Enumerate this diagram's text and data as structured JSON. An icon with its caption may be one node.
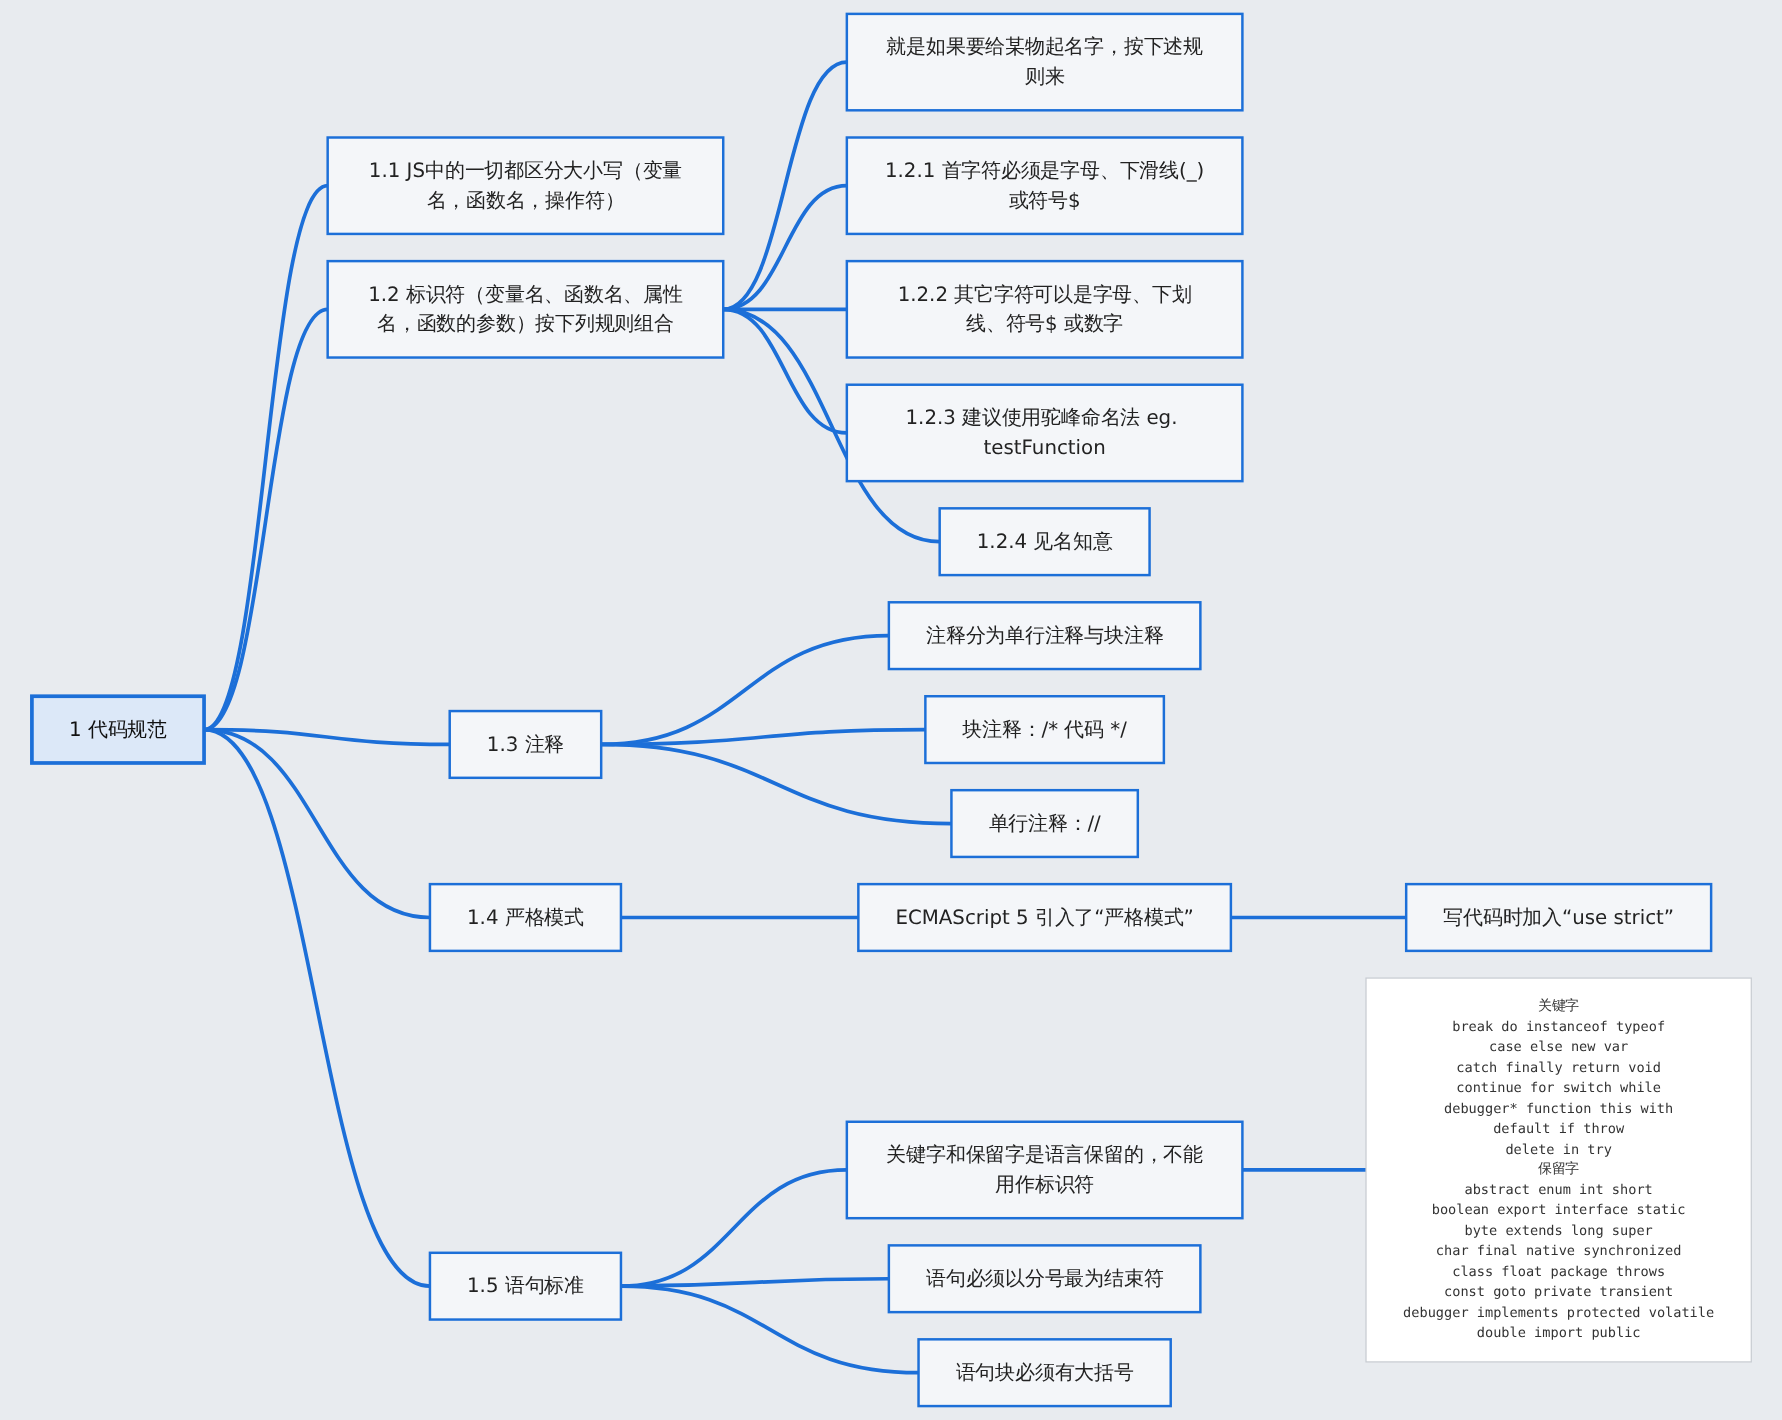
{
  "diagram": {
    "nodes": [
      {
        "text": [
          "1 代码规范"
        ]
      },
      {
        "text": [
          "1.1 JS中的一切都区分大小写（变量名，函数名，操作符）"
        ]
      },
      {
        "text": [
          "1.2 标识符（变量名、函数名、属性名，函数的参数）按下列规则组合"
        ]
      },
      {
        "text": [
          "就是如果要给某物起名字，按下述规则来"
        ]
      },
      {
        "text": [
          "1.2.1 首字符必须是字母、下滑线(_)或符号$"
        ]
      },
      {
        "text": [
          "1.2.2 其它字符可以是字母、下划线、符号$ 或数字"
        ]
      },
      {
        "text": [
          "1.2.3 建议使用驼峰命名法 eg. testFunction"
        ]
      },
      {
        "text": [
          "1.2.4 见名知意"
        ]
      },
      {
        "text": [
          "1.3 注释"
        ]
      },
      {
        "text": [
          "注释分为单行注释与块注释"
        ]
      },
      {
        "text": [
          "块注释：/* 代码 */"
        ]
      },
      {
        "text": [
          "单行注释：//"
        ]
      },
      {
        "text": [
          "1.4 严格模式"
        ]
      },
      {
        "text": [
          "ECMAScript 5 引入了“严格模式”"
        ]
      },
      {
        "text": [
          "写代码时加入“use strict”"
        ]
      },
      {
        "text": [
          "1.5 语句标准"
        ]
      },
      {
        "text": [
          "关键字和保留字是语言保留的，不能用作标识符"
        ]
      },
      {
        "text": [
          "关键字",
          "break do instanceof typeof",
          "case else new var",
          "catch finally return void",
          "continue for switch while",
          "debugger* function this with",
          "default if throw",
          "delete in try",
          "保留字",
          "abstract enum int short",
          "boolean export interface static",
          "byte extends long super",
          "char final native synchronized",
          "class float package throws",
          "const goto private transient",
          "debugger implements protected volatile",
          "double import public"
        ]
      },
      {
        "text": [
          "语句必须以分号最为结束符"
        ]
      },
      {
        "text": [
          "语句块必须有大括号"
        ]
      }
    ],
    "edges": [
      {
        "from": 0,
        "to": 1,
        "arrow": "none"
      },
      {
        "from": 0,
        "to": 2,
        "arrow": "none"
      },
      {
        "from": 2,
        "to": 3,
        "arrow": "none"
      },
      {
        "from": 2,
        "to": 4,
        "arrow": "none"
      },
      {
        "from": 2,
        "to": 5,
        "arrow": "none"
      },
      {
        "from": 2,
        "to": 6,
        "arrow": "none"
      },
      {
        "from": 2,
        "to": 7,
        "arrow": "none"
      },
      {
        "from": 0,
        "to": 8,
        "arrow": "none"
      },
      {
        "from": 8,
        "to": 9,
        "arrow": "none"
      },
      {
        "from": 8,
        "to": 10,
        "arrow": "none"
      },
      {
        "from": 8,
        "to": 11,
        "arrow": "none"
      },
      {
        "from": 0,
        "to": 12,
        "arrow": "none"
      },
      {
        "from": 12,
        "to": 13,
        "arrow": "none"
      },
      {
        "from": 13,
        "to": 14,
        "arrow": "none"
      },
      {
        "from": 0,
        "to": 15,
        "arrow": "none"
      },
      {
        "from": 15,
        "to": 16,
        "arrow": "none"
      },
      {
        "from": 16,
        "to": 17,
        "arrow": "none"
      },
      {
        "from": 15,
        "to": 18,
        "arrow": "none"
      },
      {
        "from": 15,
        "to": 19,
        "arrow": "none"
      }
    ]
  }
}
